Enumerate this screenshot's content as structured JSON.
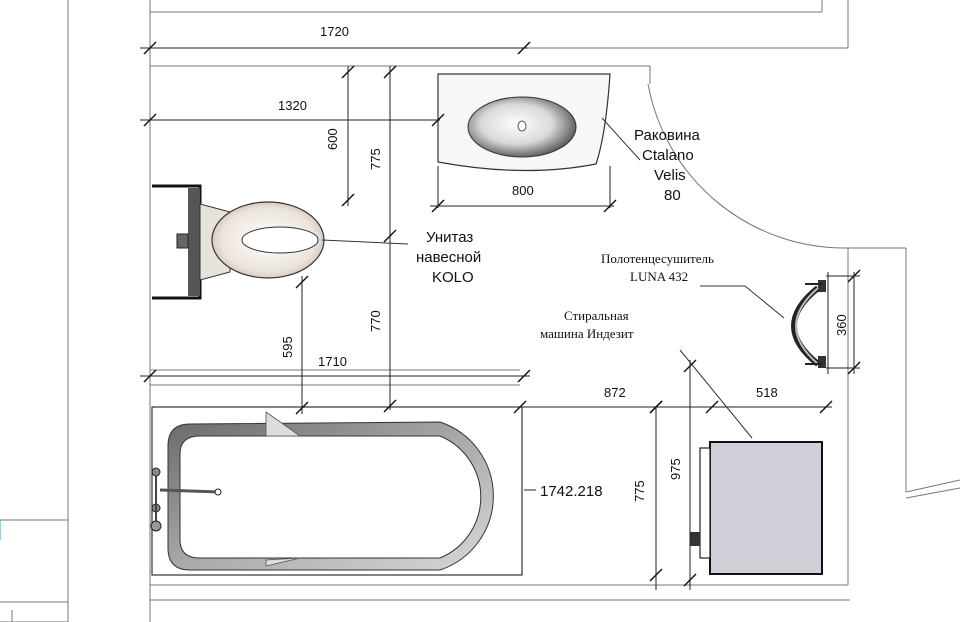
{
  "dimensions": {
    "d1720": "1720",
    "d1320": "1320",
    "d600": "600",
    "d775_sink": "775",
    "d800": "800",
    "d770": "770",
    "d595": "595",
    "d1710": "1710",
    "d872": "872",
    "d518": "518",
    "d975": "975",
    "d775_bath": "775",
    "d360": "360",
    "d_bath_len": "1742.218"
  },
  "labels": {
    "sink": [
      "Раковина",
      "Ctalano",
      "Velis",
      "80"
    ],
    "toilet": [
      "Унитаз",
      "навесной",
      "KOLO"
    ],
    "towel_rail": [
      "Полотенцесушитель",
      "LUNA 432"
    ],
    "washer": [
      "Стиральная",
      "машина Индезит"
    ]
  }
}
